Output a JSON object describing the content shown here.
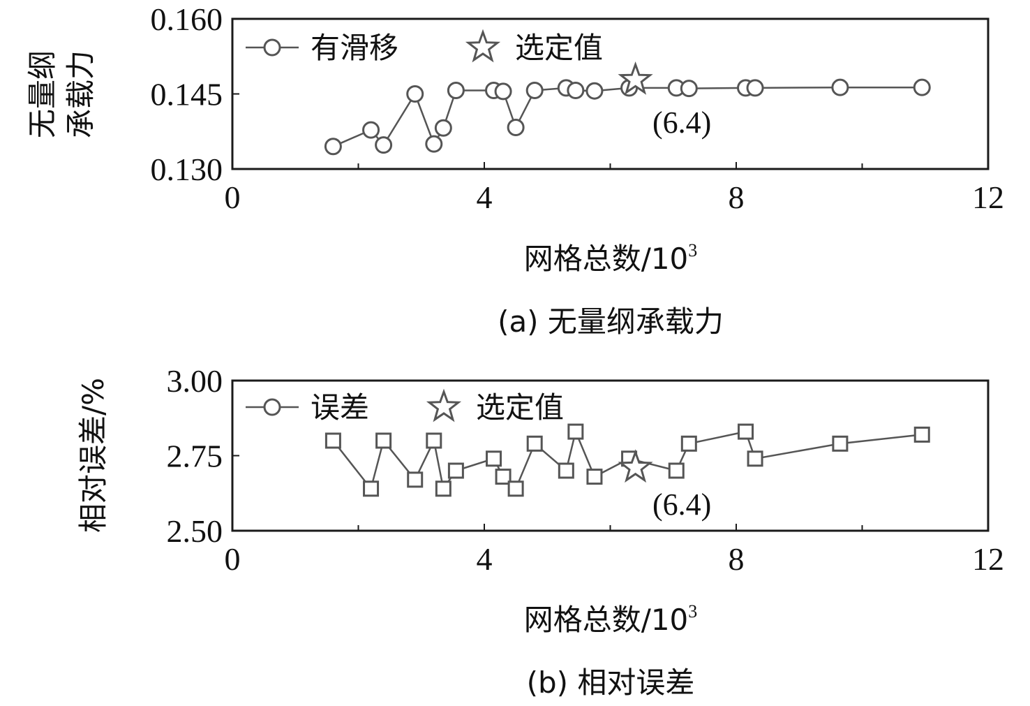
{
  "chart_data": [
    {
      "type": "line",
      "caption": "(a) 无量纲承载力",
      "xlabel": "网格总数/10",
      "xlabel_sup": "3",
      "ylabel_lines": [
        "无量纲",
        "承载力"
      ],
      "xlim": [
        0,
        12
      ],
      "ylim": [
        0.13,
        0.16
      ],
      "xticks": [
        "0",
        "4",
        "8",
        "12"
      ],
      "xtick_values": [
        0,
        4,
        8,
        12
      ],
      "minor_xticks": [
        2,
        6,
        10
      ],
      "yticks": [
        "0.130",
        "0.145",
        "0.160"
      ],
      "ytick_values": [
        0.13,
        0.145,
        0.16
      ],
      "legend": {
        "series_label": "有滑移",
        "selected_label": "选定值",
        "position": "top-left"
      },
      "marker": "circle",
      "series": [
        {
          "name": "有滑移",
          "x": [
            1.6,
            2.2,
            2.4,
            2.9,
            3.2,
            3.35,
            3.55,
            4.15,
            4.3,
            4.5,
            4.8,
            5.3,
            5.45,
            5.75,
            6.3,
            7.05,
            7.25,
            8.15,
            8.3,
            9.65,
            10.95
          ],
          "y": [
            0.1345,
            0.1378,
            0.1348,
            0.145,
            0.135,
            0.1382,
            0.1457,
            0.1457,
            0.1455,
            0.1383,
            0.1457,
            0.1462,
            0.1457,
            0.1456,
            0.1462,
            0.1462,
            0.1461,
            0.1462,
            0.1462,
            0.1463,
            0.1463
          ]
        }
      ],
      "selected": {
        "x": 6.4,
        "y": 0.1478,
        "label": "(6.4)"
      }
    },
    {
      "type": "line",
      "caption": "(b) 相对误差",
      "xlabel": "网格总数/10",
      "xlabel_sup": "3",
      "ylabel_lines": [
        "相对误差/%"
      ],
      "xlim": [
        0,
        12
      ],
      "ylim": [
        2.5,
        3.0
      ],
      "xticks": [
        "0",
        "4",
        "8",
        "12"
      ],
      "xtick_values": [
        0,
        4,
        8,
        12
      ],
      "minor_xticks": [
        2,
        6,
        10
      ],
      "yticks": [
        "2.50",
        "2.75",
        "3.00"
      ],
      "ytick_values": [
        2.5,
        2.75,
        3.0
      ],
      "legend": {
        "series_label": "误差",
        "selected_label": "选定值",
        "position": "top-left"
      },
      "marker": "square",
      "series": [
        {
          "name": "误差",
          "x": [
            1.6,
            2.2,
            2.4,
            2.9,
            3.2,
            3.35,
            3.55,
            4.15,
            4.3,
            4.5,
            4.8,
            5.3,
            5.45,
            5.75,
            6.3,
            7.05,
            7.25,
            8.15,
            8.3,
            9.65,
            10.95
          ],
          "y": [
            2.8,
            2.64,
            2.8,
            2.67,
            2.8,
            2.64,
            2.7,
            2.74,
            2.68,
            2.64,
            2.79,
            2.7,
            2.83,
            2.68,
            2.74,
            2.7,
            2.79,
            2.83,
            2.74,
            2.79,
            2.82
          ]
        }
      ],
      "selected": {
        "x": 6.4,
        "y": 2.71,
        "label": "(6.4)"
      }
    }
  ]
}
